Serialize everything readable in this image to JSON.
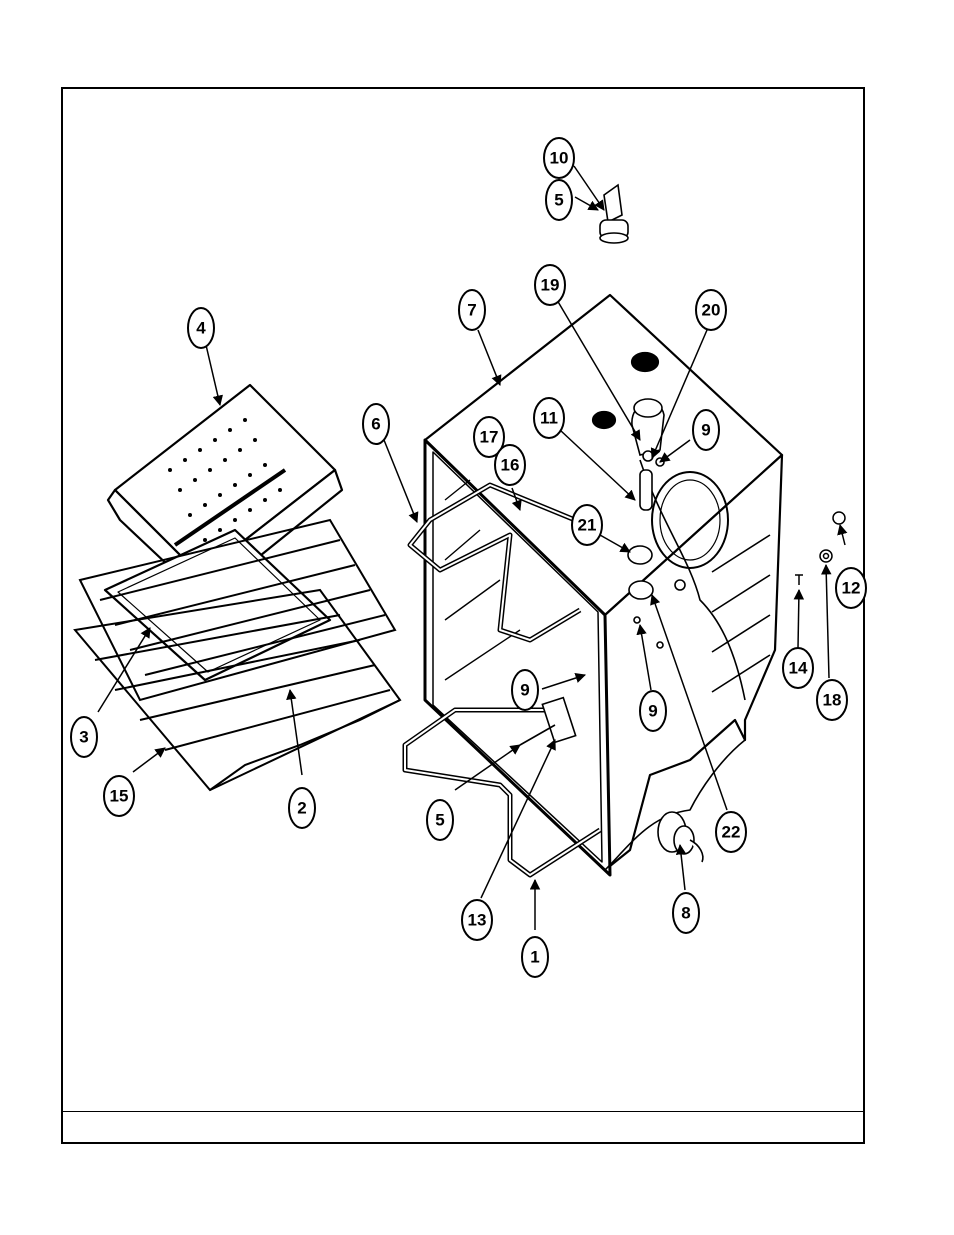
{
  "diagram": {
    "callouts": [
      {
        "id": "c10",
        "label": "10"
      },
      {
        "id": "c5a",
        "label": "5"
      },
      {
        "id": "c19",
        "label": "19"
      },
      {
        "id": "c20",
        "label": "20"
      },
      {
        "id": "c7",
        "label": "7"
      },
      {
        "id": "c4",
        "label": "4"
      },
      {
        "id": "c6",
        "label": "6"
      },
      {
        "id": "c17",
        "label": "17"
      },
      {
        "id": "c16",
        "label": "16"
      },
      {
        "id": "c11",
        "label": "11"
      },
      {
        "id": "c9a",
        "label": "9"
      },
      {
        "id": "c21",
        "label": "21"
      },
      {
        "id": "c12",
        "label": "12"
      },
      {
        "id": "c14",
        "label": "14"
      },
      {
        "id": "c18",
        "label": "18"
      },
      {
        "id": "c9b",
        "label": "9"
      },
      {
        "id": "c9c",
        "label": "9"
      },
      {
        "id": "c3",
        "label": "3"
      },
      {
        "id": "c15",
        "label": "15"
      },
      {
        "id": "c2",
        "label": "2"
      },
      {
        "id": "c5b",
        "label": "5"
      },
      {
        "id": "c22",
        "label": "22"
      },
      {
        "id": "c13",
        "label": "13"
      },
      {
        "id": "c1",
        "label": "1"
      },
      {
        "id": "c8",
        "label": "8"
      }
    ]
  }
}
